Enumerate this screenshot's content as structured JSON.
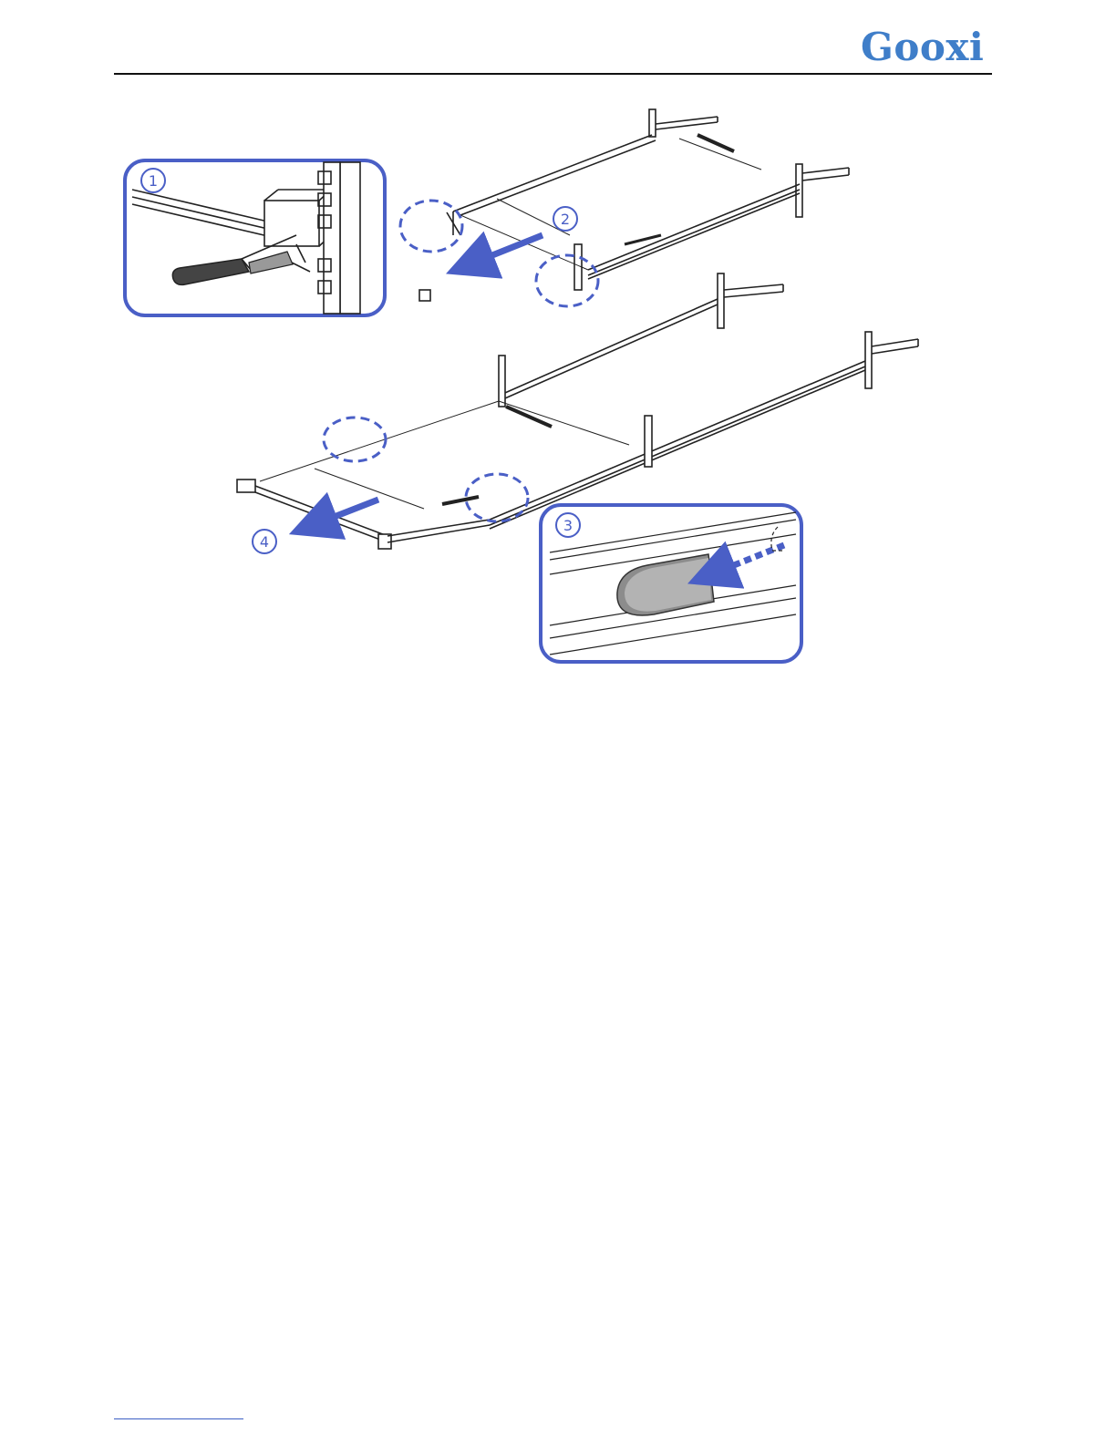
{
  "header": {
    "logo_text": "Gooxi"
  },
  "figure": {
    "callouts": [
      {
        "number": "1",
        "symbol": "①"
      },
      {
        "number": "2",
        "symbol": "②"
      },
      {
        "number": "3",
        "symbol": "③"
      },
      {
        "number": "4",
        "symbol": "④"
      }
    ],
    "accent_color": "#4a5fc6",
    "line_color": "#222222"
  }
}
